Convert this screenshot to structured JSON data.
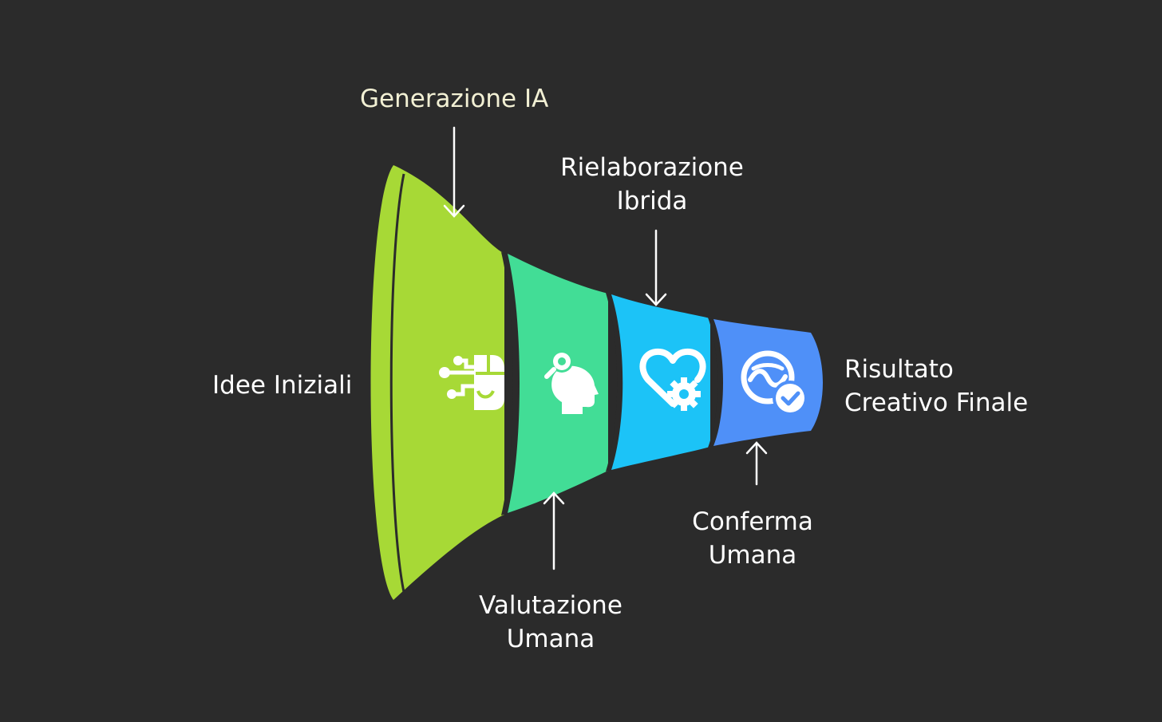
{
  "labels": {
    "initial_ideas": "Idee Iniziali",
    "ai_generation": "Generazione IA",
    "human_evaluation": {
      "line1": "Valutazione",
      "line2": "Umana"
    },
    "hybrid_rework": {
      "line1": "Rielaborazione",
      "line2": "Ibrida"
    },
    "human_confirmation": {
      "line1": "Conferma",
      "line2": "Umana"
    },
    "final_result": {
      "line1": "Risultato",
      "line2": "Creativo Finale"
    }
  },
  "colors": {
    "background": "#2b2b2b",
    "stage_ai_generation": "#a7d936",
    "stage_human_evaluation": "#42dd96",
    "stage_hybrid_rework": "#1cc3f7",
    "stage_human_confirmation": "#4f90f8",
    "title_text": "#f2f0d4",
    "label_text": "#ffffff"
  },
  "icons": {
    "stage_ai_generation": "ai-brain-circuit-icon",
    "stage_human_evaluation": "head-search-icon",
    "stage_hybrid_rework": "heart-gear-icon",
    "stage_human_confirmation": "check-badge-icon"
  }
}
